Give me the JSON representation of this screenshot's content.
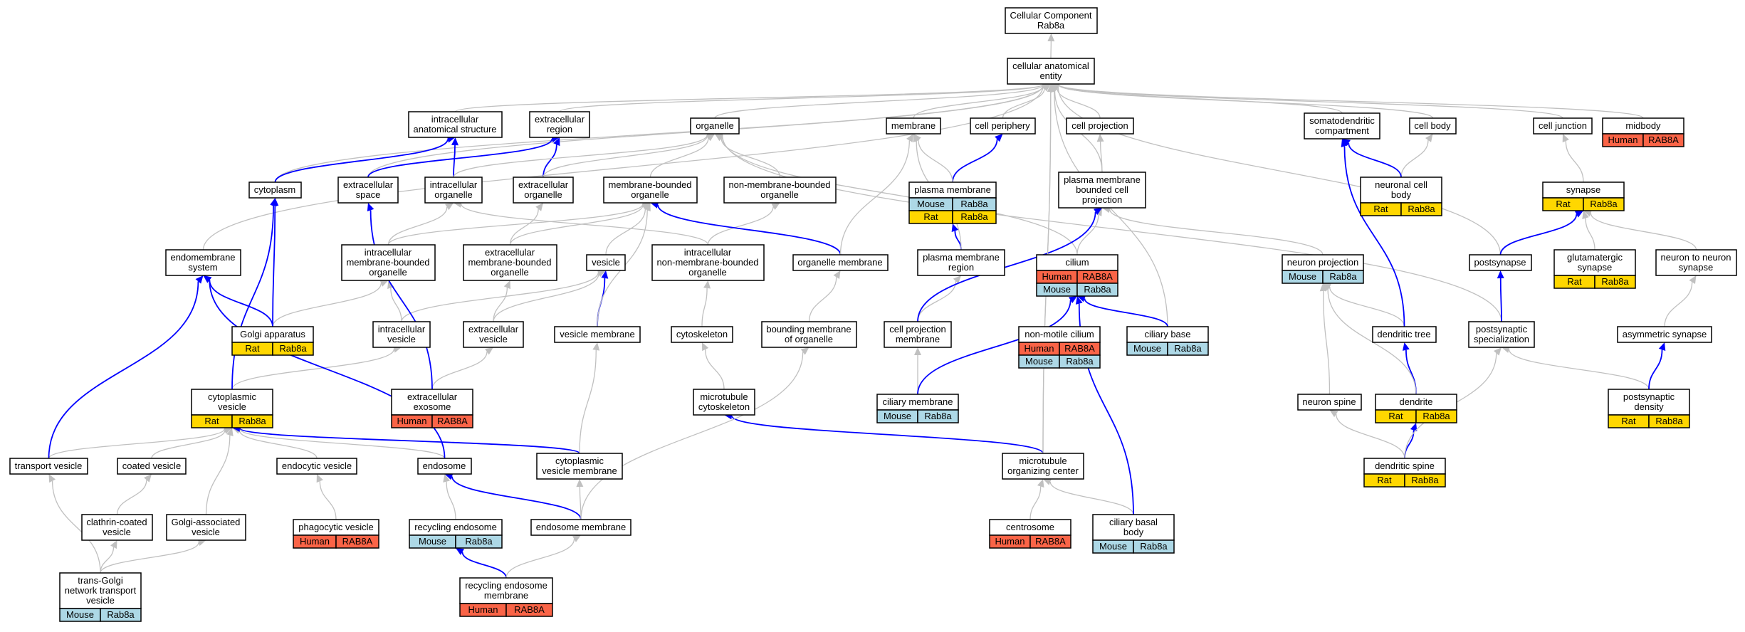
{
  "colors": {
    "gray_edge": "#c0c0c0",
    "blue_edge": "#0000ff",
    "human": "#fa6447",
    "mouse": "#add8e6",
    "rat": "#ffd700",
    "node_border": "#000000",
    "node_fill": "#ffffff"
  },
  "nodes": [
    {
      "id": "root",
      "lines": [
        "Cellular Component",
        "Rab8a"
      ]
    },
    {
      "id": "cae",
      "lines": [
        "cellular anatomical",
        "entity"
      ]
    },
    {
      "id": "ias",
      "lines": [
        "intracellular",
        "anatomical structure"
      ]
    },
    {
      "id": "er",
      "lines": [
        "extracellular",
        "region"
      ]
    },
    {
      "id": "organelle",
      "lines": [
        "organelle"
      ]
    },
    {
      "id": "membrane",
      "lines": [
        "membrane"
      ]
    },
    {
      "id": "cperiph",
      "lines": [
        "cell periphery"
      ]
    },
    {
      "id": "cproj",
      "lines": [
        "cell projection"
      ]
    },
    {
      "id": "sdc",
      "lines": [
        "somatodendritic",
        "compartment"
      ]
    },
    {
      "id": "cellbody",
      "lines": [
        "cell body"
      ]
    },
    {
      "id": "cjunc",
      "lines": [
        "cell junction"
      ]
    },
    {
      "id": "midbody",
      "lines": [
        "midbody"
      ],
      "ann": [
        [
          "Human",
          "RAB8A"
        ]
      ]
    },
    {
      "id": "cytoplasm",
      "lines": [
        "cytoplasm"
      ]
    },
    {
      "id": "ecspace",
      "lines": [
        "extracellular",
        "space"
      ]
    },
    {
      "id": "io",
      "lines": [
        "intracellular",
        "organelle"
      ]
    },
    {
      "id": "eo",
      "lines": [
        "extracellular",
        "organelle"
      ]
    },
    {
      "id": "mbo",
      "lines": [
        "membrane-bounded",
        "organelle"
      ]
    },
    {
      "id": "nmbo",
      "lines": [
        "non-membrane-bounded",
        "organelle"
      ]
    },
    {
      "id": "pm",
      "lines": [
        "plasma membrane"
      ],
      "ann": [
        [
          "Mouse",
          "Rab8a"
        ],
        [
          "Rat",
          "Rab8a"
        ]
      ]
    },
    {
      "id": "pmbcp",
      "lines": [
        "plasma membrane",
        "bounded cell",
        "projection"
      ]
    },
    {
      "id": "ncb",
      "lines": [
        "neuronal cell",
        "body"
      ],
      "ann": [
        [
          "Rat",
          "Rab8a"
        ]
      ]
    },
    {
      "id": "synapse",
      "lines": [
        "synapse"
      ],
      "ann": [
        [
          "Rat",
          "Rab8a"
        ]
      ]
    },
    {
      "id": "ems",
      "lines": [
        "endomembrane",
        "system"
      ]
    },
    {
      "id": "imbo",
      "lines": [
        "intracellular",
        "membrane-bounded",
        "organelle"
      ]
    },
    {
      "id": "embo",
      "lines": [
        "extracellular",
        "membrane-bounded",
        "organelle"
      ]
    },
    {
      "id": "vesicle",
      "lines": [
        "vesicle"
      ]
    },
    {
      "id": "inmbo",
      "lines": [
        "intracellular",
        "non-membrane-bounded",
        "organelle"
      ]
    },
    {
      "id": "om",
      "lines": [
        "organelle membrane"
      ]
    },
    {
      "id": "pmr",
      "lines": [
        "plasma membrane",
        "region"
      ]
    },
    {
      "id": "cilium",
      "lines": [
        "cilium"
      ],
      "ann": [
        [
          "Human",
          "RAB8A"
        ],
        [
          "Mouse",
          "Rab8a"
        ]
      ]
    },
    {
      "id": "np",
      "lines": [
        "neuron projection"
      ],
      "ann": [
        [
          "Mouse",
          "Rab8a"
        ]
      ]
    },
    {
      "id": "postsyn",
      "lines": [
        "postsynapse"
      ]
    },
    {
      "id": "glut",
      "lines": [
        "glutamatergic",
        "synapse"
      ],
      "ann": [
        [
          "Rat",
          "Rab8a"
        ]
      ]
    },
    {
      "id": "n2n",
      "lines": [
        "neuron to neuron",
        "synapse"
      ]
    },
    {
      "id": "golgi",
      "lines": [
        "Golgi apparatus"
      ],
      "ann": [
        [
          "Rat",
          "Rab8a"
        ]
      ]
    },
    {
      "id": "iv",
      "lines": [
        "intracellular",
        "vesicle"
      ]
    },
    {
      "id": "ev",
      "lines": [
        "extracellular",
        "vesicle"
      ]
    },
    {
      "id": "vm",
      "lines": [
        "vesicle membrane"
      ]
    },
    {
      "id": "cytosk",
      "lines": [
        "cytoskeleton"
      ]
    },
    {
      "id": "bmo",
      "lines": [
        "bounding membrane",
        "of organelle"
      ]
    },
    {
      "id": "cpm",
      "lines": [
        "cell projection",
        "membrane"
      ]
    },
    {
      "id": "nmc",
      "lines": [
        "non-motile cilium"
      ],
      "ann": [
        [
          "Human",
          "RAB8A"
        ],
        [
          "Mouse",
          "Rab8a"
        ]
      ]
    },
    {
      "id": "cbase",
      "lines": [
        "ciliary base"
      ],
      "ann": [
        [
          "Mouse",
          "Rab8a"
        ]
      ]
    },
    {
      "id": "dtree",
      "lines": [
        "dendritic tree"
      ]
    },
    {
      "id": "pss",
      "lines": [
        "postsynaptic",
        "specialization"
      ]
    },
    {
      "id": "asyn",
      "lines": [
        "asymmetric synapse"
      ]
    },
    {
      "id": "cytves",
      "lines": [
        "cytoplasmic",
        "vesicle"
      ],
      "ann": [
        [
          "Rat",
          "Rab8a"
        ]
      ]
    },
    {
      "id": "exo",
      "lines": [
        "extracellular",
        "exosome"
      ],
      "ann": [
        [
          "Human",
          "RAB8A"
        ]
      ]
    },
    {
      "id": "mtcyto",
      "lines": [
        "microtubule",
        "cytoskeleton"
      ]
    },
    {
      "id": "ciliarym",
      "lines": [
        "ciliary membrane"
      ],
      "ann": [
        [
          "Mouse",
          "Rab8a"
        ]
      ]
    },
    {
      "id": "nspine",
      "lines": [
        "neuron spine"
      ]
    },
    {
      "id": "dendrite",
      "lines": [
        "dendrite"
      ],
      "ann": [
        [
          "Rat",
          "Rab8a"
        ]
      ]
    },
    {
      "id": "psd",
      "lines": [
        "postsynaptic",
        "density"
      ],
      "ann": [
        [
          "Rat",
          "Rab8a"
        ]
      ]
    },
    {
      "id": "tv",
      "lines": [
        "transport vesicle"
      ]
    },
    {
      "id": "cv",
      "lines": [
        "coated vesicle"
      ]
    },
    {
      "id": "endov",
      "lines": [
        "endocytic vesicle"
      ]
    },
    {
      "id": "endosome",
      "lines": [
        "endosome"
      ]
    },
    {
      "id": "cvm",
      "lines": [
        "cytoplasmic",
        "vesicle membrane"
      ]
    },
    {
      "id": "mtoc",
      "lines": [
        "microtubule",
        "organizing center"
      ]
    },
    {
      "id": "dspine",
      "lines": [
        "dendritic spine"
      ],
      "ann": [
        [
          "Rat",
          "Rab8a"
        ]
      ]
    },
    {
      "id": "ccv",
      "lines": [
        "clathrin-coated",
        "vesicle"
      ]
    },
    {
      "id": "gav",
      "lines": [
        "Golgi-associated",
        "vesicle"
      ]
    },
    {
      "id": "phago",
      "lines": [
        "phagocytic vesicle"
      ],
      "ann": [
        [
          "Human",
          "RAB8A"
        ]
      ]
    },
    {
      "id": "recendo",
      "lines": [
        "recycling endosome"
      ],
      "ann": [
        [
          "Mouse",
          "Rab8a"
        ]
      ]
    },
    {
      "id": "endom",
      "lines": [
        "endosome membrane"
      ]
    },
    {
      "id": "centro",
      "lines": [
        "centrosome"
      ],
      "ann": [
        [
          "Human",
          "RAB8A"
        ]
      ]
    },
    {
      "id": "cbb",
      "lines": [
        "ciliary basal",
        "body"
      ],
      "ann": [
        [
          "Mouse",
          "Rab8a"
        ]
      ]
    },
    {
      "id": "tgn",
      "lines": [
        "trans-Golgi",
        "network transport",
        "vesicle"
      ],
      "ann": [
        [
          "Mouse",
          "Rab8a"
        ]
      ]
    },
    {
      "id": "recendom",
      "lines": [
        "recycling endosome",
        "membrane"
      ],
      "ann": [
        [
          "Human",
          "RAB8A"
        ]
      ]
    }
  ],
  "edges": [
    [
      "cae",
      "root",
      "g"
    ],
    [
      "ias",
      "cae",
      "g"
    ],
    [
      "er",
      "cae",
      "g"
    ],
    [
      "organelle",
      "cae",
      "g"
    ],
    [
      "membrane",
      "cae",
      "g"
    ],
    [
      "cperiph",
      "cae",
      "g"
    ],
    [
      "cproj",
      "cae",
      "g"
    ],
    [
      "sdc",
      "cae",
      "g"
    ],
    [
      "cellbody",
      "cae",
      "g"
    ],
    [
      "cjunc",
      "cae",
      "g"
    ],
    [
      "midbody",
      "cae",
      "g"
    ],
    [
      "cytoplasm",
      "cae",
      "g"
    ],
    [
      "ecspace",
      "cae",
      "g"
    ],
    [
      "ems",
      "cae",
      "g"
    ],
    [
      "pmbcp",
      "cae",
      "g"
    ],
    [
      "cbase",
      "cae",
      "g"
    ],
    [
      "postsyn",
      "cae",
      "g"
    ],
    [
      "mtoc",
      "cae",
      "g"
    ],
    [
      "cytoplasm",
      "ias",
      "b"
    ],
    [
      "ecspace",
      "er",
      "b"
    ],
    [
      "io",
      "ias",
      "b"
    ],
    [
      "eo",
      "er",
      "b"
    ],
    [
      "io",
      "organelle",
      "g"
    ],
    [
      "eo",
      "organelle",
      "g"
    ],
    [
      "mbo",
      "organelle",
      "g"
    ],
    [
      "nmbo",
      "organelle",
      "g"
    ],
    [
      "pm",
      "cperiph",
      "b"
    ],
    [
      "pm",
      "membrane",
      "g"
    ],
    [
      "pmbcp",
      "cproj",
      "g"
    ],
    [
      "ncb",
      "cellbody",
      "g"
    ],
    [
      "ncb",
      "sdc",
      "b"
    ],
    [
      "synapse",
      "cjunc",
      "g"
    ],
    [
      "imbo",
      "io",
      "g"
    ],
    [
      "imbo",
      "mbo",
      "g"
    ],
    [
      "embo",
      "eo",
      "g"
    ],
    [
      "embo",
      "mbo",
      "g"
    ],
    [
      "vesicle",
      "mbo",
      "g"
    ],
    [
      "inmbo",
      "io",
      "g"
    ],
    [
      "inmbo",
      "nmbo",
      "g"
    ],
    [
      "om",
      "mbo",
      "b"
    ],
    [
      "om",
      "membrane",
      "g"
    ],
    [
      "pmr",
      "pm",
      "b"
    ],
    [
      "pmr",
      "membrane",
      "g"
    ],
    [
      "cilium",
      "pmbcp",
      "g"
    ],
    [
      "cilium",
      "organelle",
      "g"
    ],
    [
      "np",
      "pmbcp",
      "g"
    ],
    [
      "pss",
      "organelle",
      "g"
    ],
    [
      "postsyn",
      "synapse",
      "b"
    ],
    [
      "glut",
      "synapse",
      "g"
    ],
    [
      "n2n",
      "synapse",
      "g"
    ],
    [
      "golgi",
      "imbo",
      "g"
    ],
    [
      "golgi",
      "ems",
      "b"
    ],
    [
      "golgi",
      "cytoplasm",
      "b"
    ],
    [
      "iv",
      "imbo",
      "g"
    ],
    [
      "iv",
      "vesicle",
      "g"
    ],
    [
      "ev",
      "embo",
      "g"
    ],
    [
      "ev",
      "vesicle",
      "g"
    ],
    [
      "vm",
      "vesicle",
      "b"
    ],
    [
      "vm",
      "mbo",
      "g"
    ],
    [
      "cytosk",
      "inmbo",
      "g"
    ],
    [
      "bmo",
      "om",
      "g"
    ],
    [
      "cpm",
      "pmr",
      "g"
    ],
    [
      "cpm",
      "pmbcp",
      "b"
    ],
    [
      "cbase",
      "cilium",
      "b"
    ],
    [
      "dtree",
      "np",
      "g"
    ],
    [
      "dtree",
      "sdc",
      "b"
    ],
    [
      "pss",
      "postsyn",
      "b"
    ],
    [
      "asyn",
      "n2n",
      "g"
    ],
    [
      "cytves",
      "iv",
      "g"
    ],
    [
      "cytves",
      "cytoplasm",
      "b"
    ],
    [
      "exo",
      "ev",
      "g"
    ],
    [
      "exo",
      "ecspace",
      "b"
    ],
    [
      "mtcyto",
      "cytosk",
      "g"
    ],
    [
      "ciliarym",
      "cpm",
      "g"
    ],
    [
      "ciliarym",
      "cilium",
      "b"
    ],
    [
      "nspine",
      "np",
      "g"
    ],
    [
      "dendrite",
      "dtree",
      "b"
    ],
    [
      "dendrite",
      "np",
      "g"
    ],
    [
      "psd",
      "pss",
      "g"
    ],
    [
      "psd",
      "asyn",
      "b"
    ],
    [
      "tv",
      "cytves",
      "g"
    ],
    [
      "tv",
      "ems",
      "b"
    ],
    [
      "cv",
      "cytves",
      "g"
    ],
    [
      "endov",
      "cytves",
      "g"
    ],
    [
      "endosome",
      "cytves",
      "g"
    ],
    [
      "endosome",
      "ems",
      "b"
    ],
    [
      "cvm",
      "cytves",
      "b"
    ],
    [
      "cvm",
      "vm",
      "g"
    ],
    [
      "mtoc",
      "mtcyto",
      "b"
    ],
    [
      "mtoc",
      "cae",
      "g"
    ],
    [
      "dspine",
      "nspine",
      "g"
    ],
    [
      "dspine",
      "dendrite",
      "b"
    ],
    [
      "dspine",
      "pss",
      "g"
    ],
    [
      "ccv",
      "cv",
      "g"
    ],
    [
      "gav",
      "cytves",
      "g"
    ],
    [
      "phago",
      "endov",
      "g"
    ],
    [
      "recendo",
      "endosome",
      "g"
    ],
    [
      "endom",
      "endosome",
      "b"
    ],
    [
      "endom",
      "cvm",
      "g"
    ],
    [
      "endom",
      "bmo",
      "g"
    ],
    [
      "centro",
      "mtoc",
      "g"
    ],
    [
      "cbb",
      "mtoc",
      "g"
    ],
    [
      "cbb",
      "cilium",
      "b"
    ],
    [
      "tgn",
      "ccv",
      "g"
    ],
    [
      "tgn",
      "gav",
      "g"
    ],
    [
      "tgn",
      "tv",
      "g"
    ],
    [
      "recendom",
      "recendo",
      "b"
    ],
    [
      "recendom",
      "endom",
      "g"
    ]
  ]
}
